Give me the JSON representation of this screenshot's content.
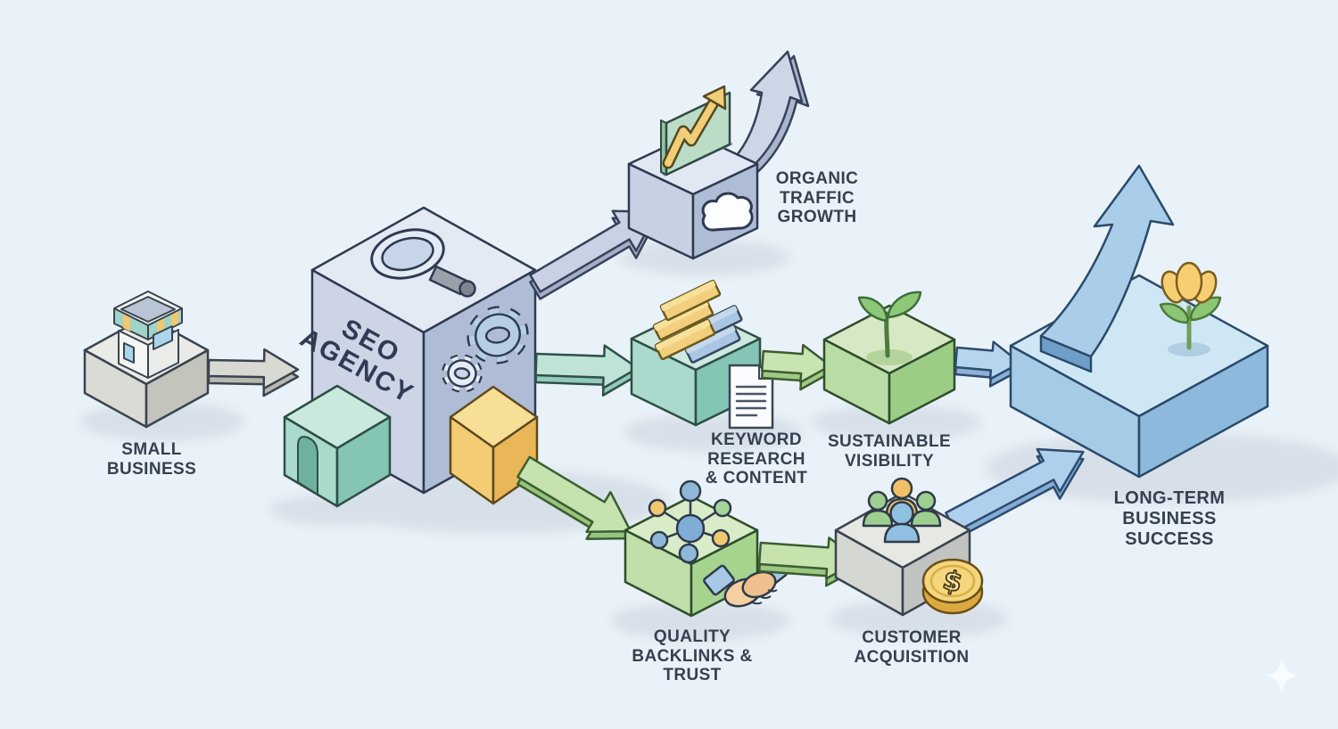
{
  "canvas": {
    "background": "#e9f2f8"
  },
  "diagram": {
    "title_hint": "isometric SEO agency growth flow",
    "nodes": [
      {
        "id": "small-business",
        "label": "SMALL\nBUSINESS",
        "block_color": "#d9dbd5",
        "icons": [
          "storefront-icon"
        ]
      },
      {
        "id": "seo-agency",
        "label": "SEO\nAGENCY",
        "block_color": "#ccd4e6",
        "icons": [
          "magnifying-glass-icon",
          "gears-icon",
          "arch-cube-icon",
          "yellow-cube-icon"
        ]
      },
      {
        "id": "organic-traffic-growth",
        "label": "ORGANIC\nTRAFFIC\nGROWTH",
        "block_color": "#c8d1e3",
        "icons": [
          "growth-chart-icon",
          "cloud-icon",
          "rising-curved-arrow-icon"
        ]
      },
      {
        "id": "keyword-research-content",
        "label": "KEYWORD\nRESEARCH\n& CONTENT",
        "block_color": "#a9dacd",
        "icons": [
          "stacked-bricks-icon",
          "document-icon"
        ]
      },
      {
        "id": "sustainable-visibility",
        "label": "SUSTAINABLE\nVISIBILITY",
        "block_color": "#b8dca4",
        "icons": [
          "sprout-icon"
        ]
      },
      {
        "id": "quality-backlinks-trust",
        "label": "QUALITY\nBACKLINKS &\nTRUST",
        "block_color": "#c0dfaa",
        "icons": [
          "network-icon",
          "handshake-icon"
        ]
      },
      {
        "id": "customer-acquisition",
        "label": "CUSTOMER\nACQUISITION",
        "block_color": "#d5d7d3",
        "icons": [
          "people-group-icon",
          "dollar-coin-icon"
        ]
      },
      {
        "id": "long-term-business-success",
        "label": "LONG-TERM\nBUSINESS SUCCESS",
        "block_color": "#a6cbe7",
        "icons": [
          "curved-growth-arrow-icon",
          "flower-icon"
        ]
      }
    ],
    "edges": [
      {
        "from": "small-business",
        "to": "seo-agency",
        "color": "#d8d9d3"
      },
      {
        "from": "seo-agency",
        "to": "organic-traffic-growth",
        "color": "#c9d2e4"
      },
      {
        "from": "seo-agency",
        "to": "keyword-research-content",
        "color": "#bfe3d6"
      },
      {
        "from": "seo-agency",
        "to": "quality-backlinks-trust",
        "color": "#c5e2af"
      },
      {
        "from": "keyword-research-content",
        "to": "sustainable-visibility",
        "color": "#c8e4b0"
      },
      {
        "from": "sustainable-visibility",
        "to": "long-term-business-success",
        "color": "#b6d6ee"
      },
      {
        "from": "quality-backlinks-trust",
        "to": "customer-acquisition",
        "color": "#c6e3ae"
      },
      {
        "from": "customer-acquisition",
        "to": "long-term-business-success",
        "color": "#aed0ec"
      }
    ],
    "coin_glyph": "$",
    "palette": {
      "background": "#e9f2f8",
      "ink": "#37404f",
      "gray_block": "#d9dbd5",
      "blue_gray_block": "#ccd4e6",
      "teal_block": "#a9dacd",
      "green_block": "#b8dca4",
      "blue_block": "#a6cbe7",
      "yellow_accent": "#f2cf7c"
    }
  }
}
